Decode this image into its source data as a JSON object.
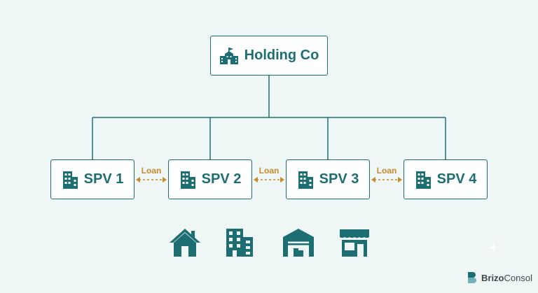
{
  "root": {
    "label": "Holding Co",
    "icon": "school-building-icon"
  },
  "subsidiaries": [
    {
      "label": "SPV 1",
      "icon": "office-building-icon"
    },
    {
      "label": "SPV 2",
      "icon": "office-building-icon"
    },
    {
      "label": "SPV 3",
      "icon": "office-building-icon"
    },
    {
      "label": "SPV 4",
      "icon": "office-building-icon"
    }
  ],
  "loan_links": [
    {
      "label": "Loan",
      "from": "SPV 1",
      "to": "SPV 2"
    },
    {
      "label": "Loan",
      "from": "SPV 2",
      "to": "SPV 3"
    },
    {
      "label": "Loan",
      "from": "SPV 3",
      "to": "SPV 4"
    }
  ],
  "assets": [
    {
      "icon": "house-icon"
    },
    {
      "icon": "apartment-building-icon"
    },
    {
      "icon": "warehouse-icon"
    },
    {
      "icon": "storefront-icon"
    }
  ],
  "brand": {
    "part1": "Brizo",
    "part2": "Consol",
    "icon": "brizoconsol-logo-icon"
  },
  "colors": {
    "primary": "#1d6e73",
    "loan": "#c98a2b",
    "background": "#eef6f6"
  }
}
